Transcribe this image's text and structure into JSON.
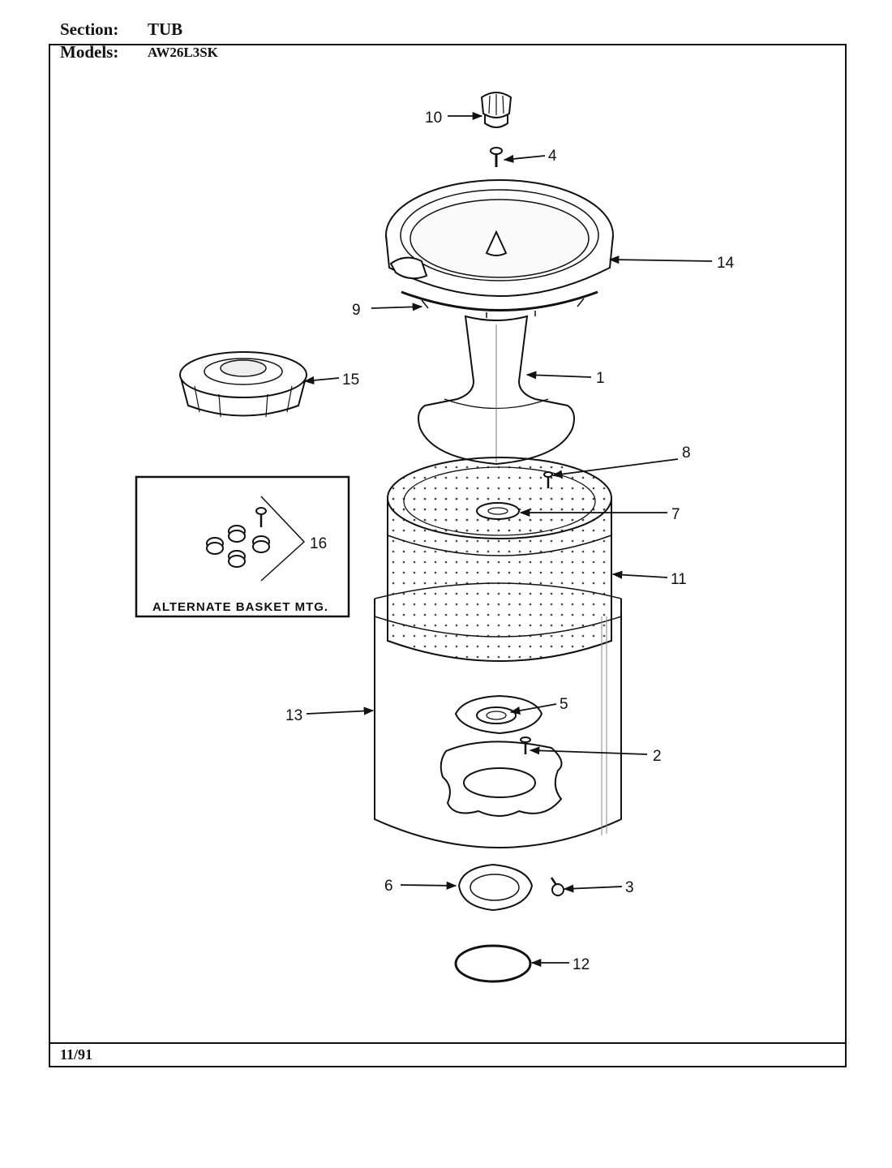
{
  "header": {
    "section_label": "Section:",
    "section_value": "TUB",
    "models_label": "Models:",
    "models_value": "AW26L3SK"
  },
  "footer": {
    "date": "11/91"
  },
  "inset": {
    "label": "ALTERNATE BASKET MTG."
  },
  "callouts": [
    "1",
    "2",
    "3",
    "4",
    "5",
    "6",
    "7",
    "8",
    "9",
    "10",
    "11",
    "12",
    "13",
    "14",
    "15",
    "16"
  ]
}
